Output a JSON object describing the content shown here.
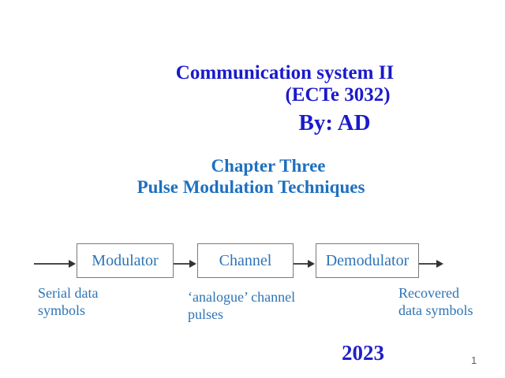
{
  "header": {
    "course_title": "Communication system II",
    "course_code": "(ECTe 3032)",
    "author": "By: AD"
  },
  "chapter": {
    "title": "Chapter Three",
    "subtitle": "Pulse Modulation Techniques"
  },
  "diagram": {
    "boxes": [
      {
        "label": "Modulator"
      },
      {
        "label": "Channel"
      },
      {
        "label": "Demodulator"
      }
    ],
    "captions": [
      {
        "line1": "Serial data",
        "line2": "symbols"
      },
      {
        "line1": "‘analogue’ channel",
        "line2": "pulses"
      },
      {
        "line1": "Recovered",
        "line2": "data symbols"
      }
    ]
  },
  "footer": {
    "year": "2023",
    "page_number": "1"
  },
  "colors": {
    "title_blue": "#1a1acc",
    "chapter_blue": "#1e70c0",
    "diagram_blue": "#2e74b5",
    "box_border": "#7a7a7a",
    "arrow_gray": "#4a4a4a",
    "page_number_gray": "#5c5c66",
    "background": "#ffffff"
  }
}
